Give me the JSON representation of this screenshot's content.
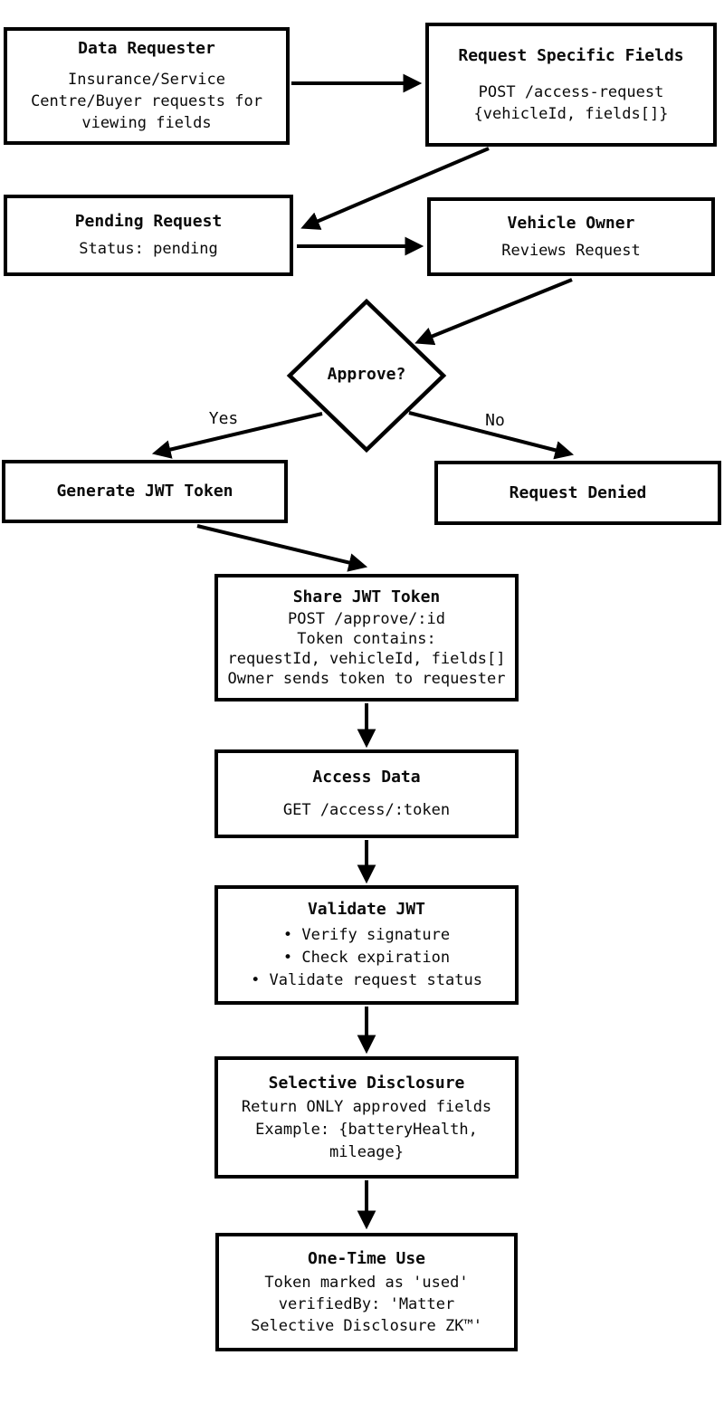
{
  "colors": {
    "stroke": "#000000",
    "background": "#ffffff"
  },
  "nodes": {
    "data_requester": {
      "title": "Data Requester",
      "lines": [
        "Insurance/Service",
        "Centre/Buyer requests for",
        "viewing fields"
      ]
    },
    "request_specific_fields": {
      "title": "Request Specific Fields",
      "lines": [
        "POST /access-request",
        "{vehicleId, fields[]}"
      ]
    },
    "pending_request": {
      "title": "Pending Request",
      "lines": [
        "Status: pending"
      ]
    },
    "vehicle_owner": {
      "title": "Vehicle Owner",
      "lines": [
        "Reviews Request"
      ]
    },
    "approve": {
      "title": "Approve?"
    },
    "generate_jwt": {
      "title": "Generate JWT Token"
    },
    "request_denied": {
      "title": "Request Denied"
    },
    "share_jwt": {
      "title": "Share JWT Token",
      "lines": [
        "POST /approve/:id",
        "Token contains:",
        "requestId, vehicleId, fields[]",
        "Owner sends token to requester"
      ]
    },
    "access_data": {
      "title": "Access Data",
      "lines": [
        "GET /access/:token"
      ]
    },
    "validate_jwt": {
      "title": "Validate JWT",
      "lines": [
        "• Verify signature",
        "• Check expiration",
        "• Validate request status"
      ]
    },
    "selective_disclosure": {
      "title": "Selective Disclosure",
      "lines": [
        "Return ONLY approved fields",
        "Example: {batteryHealth,",
        "mileage}"
      ]
    },
    "one_time_use": {
      "title": "One-Time Use",
      "lines": [
        "Token marked as 'used'",
        "verifiedBy: 'Matter",
        "Selective Disclosure ZK™'"
      ]
    }
  },
  "edge_labels": {
    "yes": "Yes",
    "no": "No"
  }
}
